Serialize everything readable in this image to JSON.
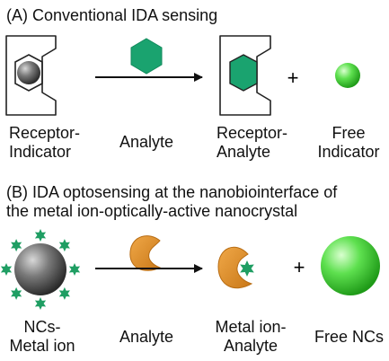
{
  "panel_a": {
    "heading": "(A) Conventional IDA sensing",
    "receptor_indicator": [
      "Receptor-",
      "Indicator"
    ],
    "analyte": "Analyte",
    "receptor_analyte": [
      "Receptor-",
      "Analyte"
    ],
    "plus": "+",
    "free_indicator": [
      "Free",
      "Indicator"
    ]
  },
  "panel_b": {
    "heading_line1": "(B) IDA optosensing at the nanobiointerface of",
    "heading_line2": "the metal ion-optically-active nanocrystal",
    "ncs_metal_ion": [
      "NCs-",
      "Metal ion"
    ],
    "analyte": "Analyte",
    "metal_ion_analyte": [
      "Metal ion-",
      "Analyte"
    ],
    "plus": "+",
    "free_ncs": "Free NCs"
  },
  "colors": {
    "hexagon_green": "#1aa36f",
    "star_green": "#1f9e63",
    "indicator_gray": "#6a6a6a",
    "analyte_orange": "#d98a2c",
    "free_sphere_green": "#4fd84a"
  }
}
